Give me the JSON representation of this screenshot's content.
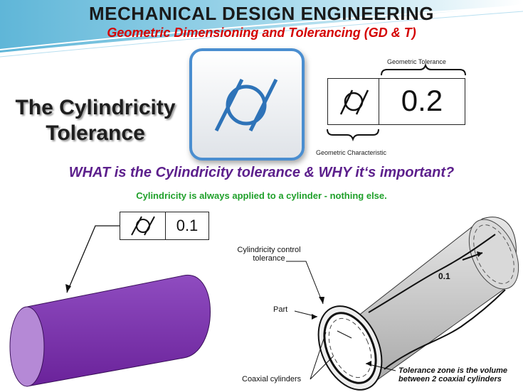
{
  "header": {
    "title": "MECHANICAL DESIGN ENGINEERING",
    "subtitle": "Geometric Dimensioning and Tolerancing (GD & T)"
  },
  "slide": {
    "heading_line1": "The Cylindricity",
    "heading_line2": "Tolerance",
    "question": "WHAT is the Cylindricity tolerance & WHY it‘s important?",
    "note": "Cylindricity is always applied to a cylinder - nothing else."
  },
  "feature_frame": {
    "geometric_tolerance_label": "Geometric Tolerance",
    "tolerance_value": "0.2",
    "geometric_characteristic_label": "Geometric Characteristic"
  },
  "left_figure": {
    "tolerance_value": "0.1",
    "cylinder_color": "#7a2fa6"
  },
  "right_figure": {
    "control_label_line1": "Cylindricity control",
    "control_label_line2": "tolerance",
    "part_label": "Part",
    "coaxial_label": "Coaxial cylinders",
    "zone_value": "0.1",
    "zone_label_line1": "Tolerance zone is the volume",
    "zone_label_line2": "between 2 coaxial cylinders"
  },
  "colors": {
    "title": "#1a1a1a",
    "subtitle": "#d40000",
    "question": "#5c1f8c",
    "note": "#1fa02a",
    "icon_border": "#4a8ed0",
    "symbol": "#2e73b8"
  },
  "icons": [
    "cylindricity-symbol-icon"
  ]
}
